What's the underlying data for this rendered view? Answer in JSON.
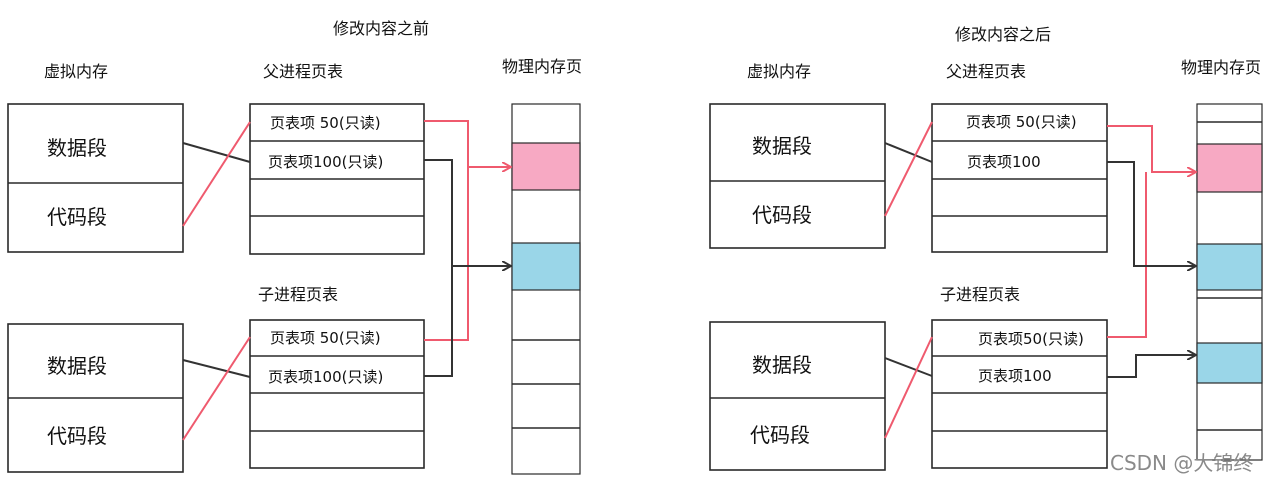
{
  "colors": {
    "red_arrow": "#ef5a6e",
    "black_arrow": "#333333",
    "pink_page": "#f7a9c3",
    "blue_page": "#9ad6e8",
    "watermark": "#8a8a8a"
  },
  "panels": [
    {
      "title": "修改内容之前",
      "virtual_label": "虚拟内存",
      "physical_label": "物理内存页",
      "parent_label": "父进程页表",
      "child_label": "子进程页表",
      "top_segments": [
        "数据段",
        "代码段"
      ],
      "bottom_segments": [
        "数据段",
        "代码段"
      ],
      "parent_rows": [
        "页表项 50(只读)",
        "页表项100(只读)",
        "",
        ""
      ],
      "child_rows": [
        "页表项 50(只读)",
        "页表项100(只读)",
        "",
        ""
      ]
    },
    {
      "title": "修改内容之后",
      "virtual_label": "虚拟内存",
      "physical_label": "物理内存页",
      "parent_label": "父进程页表",
      "child_label": "子进程页表",
      "top_segments": [
        "数据段",
        "代码段"
      ],
      "bottom_segments": [
        "数据段",
        "代码段"
      ],
      "parent_rows": [
        "页表项 50(只读)",
        "页表项100",
        "",
        ""
      ],
      "child_rows": [
        "页表项50(只读)",
        "页表项100",
        "",
        ""
      ]
    }
  ],
  "watermark": "CSDN @大锦终"
}
